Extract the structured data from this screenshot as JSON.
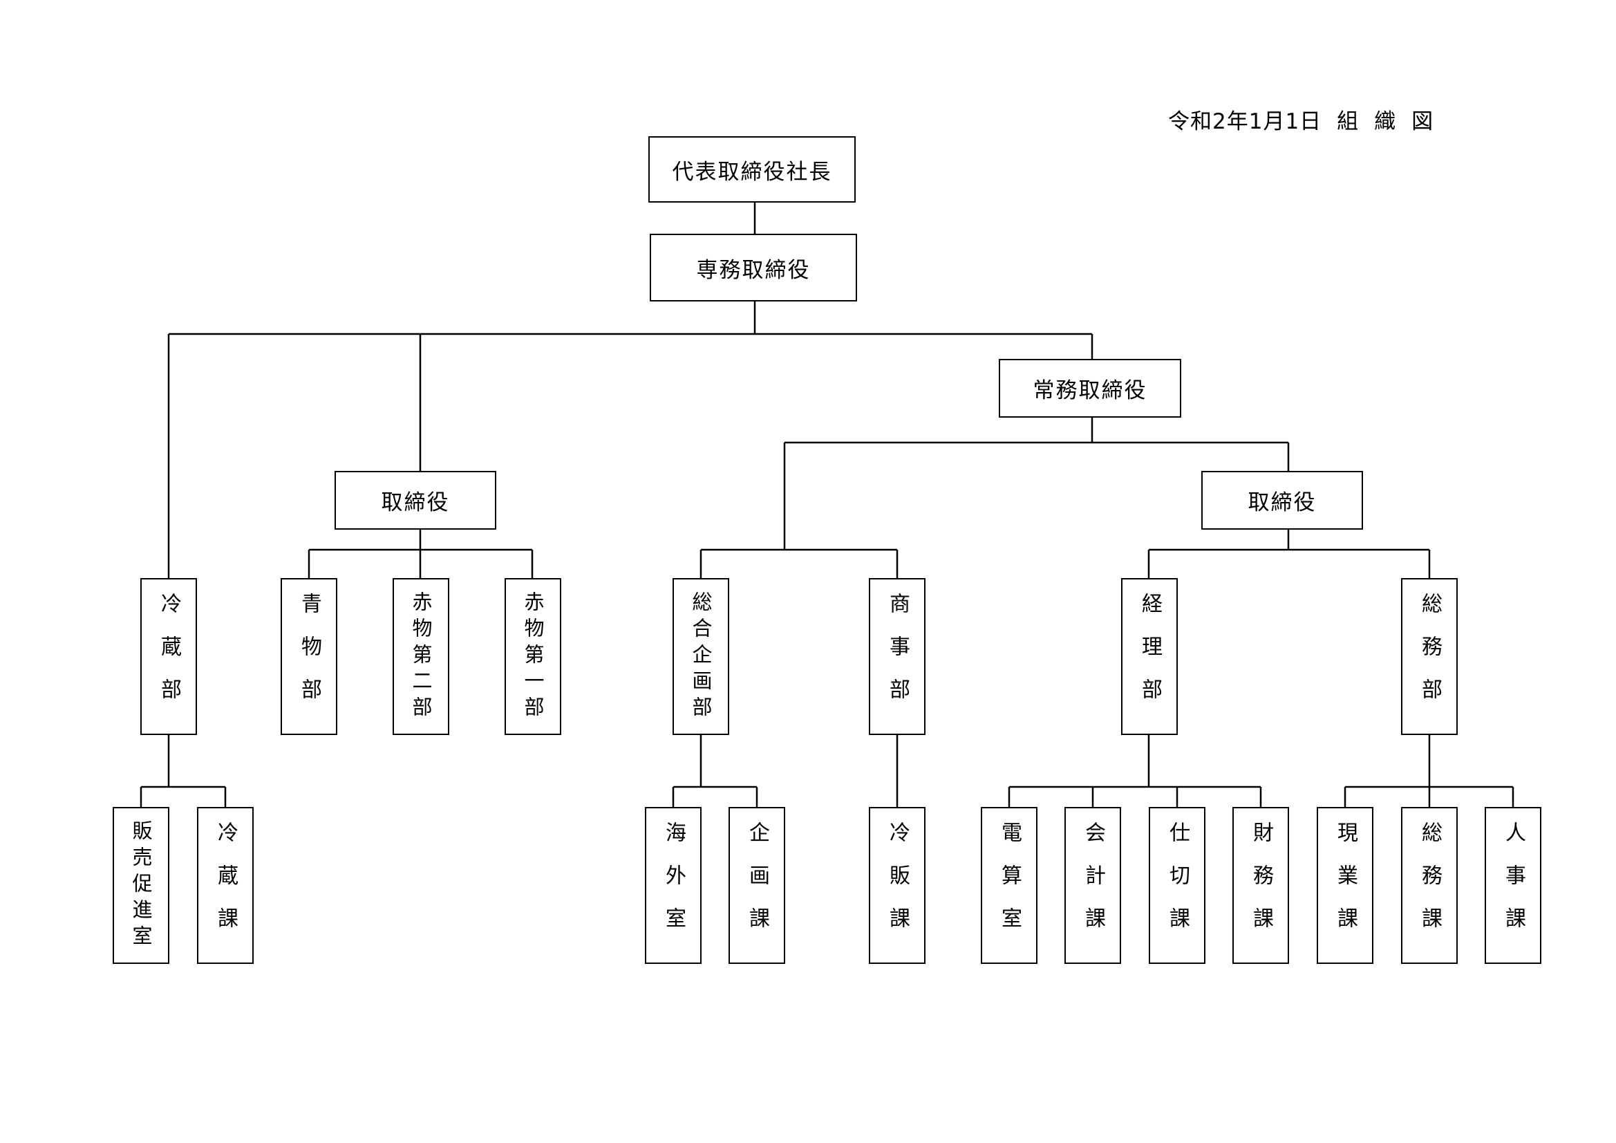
{
  "header": {
    "date": "令和2年1月1日",
    "title_chars": [
      "組",
      "織",
      "図"
    ]
  },
  "executives": {
    "president": "代表取締役社長",
    "senior_managing_director": "専務取締役",
    "managing_director": "常務取締役",
    "director_left": "取締役",
    "director_right": "取締役"
  },
  "departments": {
    "refrigeration": "冷蔵部",
    "produce": "青物部",
    "red_goods_2": "赤物第二部",
    "red_goods_1": "赤物第一部",
    "planning": "総合企画部",
    "commerce": "商事部",
    "accounting": "経理部",
    "general_affairs": "総務部"
  },
  "sections": {
    "sales_promotion": "販売促進室",
    "refrigeration_section": "冷蔵課",
    "overseas": "海外室",
    "planning_section": "企画課",
    "cold_sales": "冷販課",
    "computing": "電算室",
    "accounts": "会計課",
    "purchasing": "仕切課",
    "finance": "財務課",
    "field": "現業課",
    "general_affairs_section": "総務課",
    "personnel": "人事課"
  },
  "colors": {
    "line": "#000000",
    "background": "#ffffff"
  }
}
